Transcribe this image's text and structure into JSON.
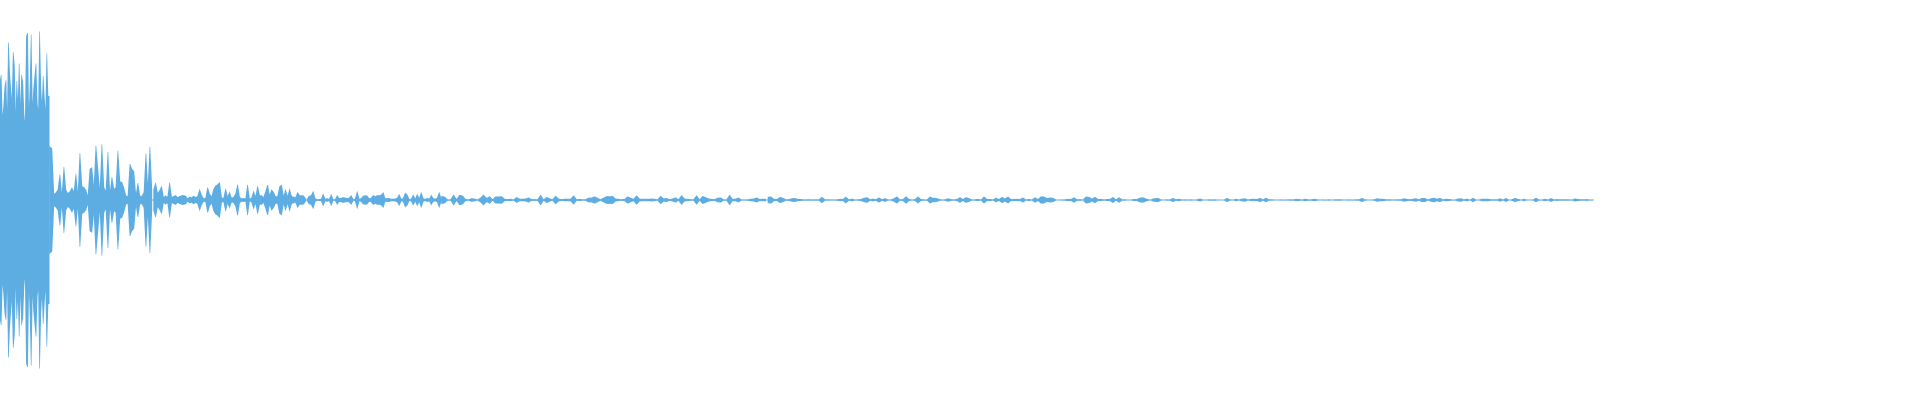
{
  "waveform": {
    "color": "#5dade2",
    "background": "#ffffff",
    "label": "",
    "envelope_segments": [
      {
        "start": 0.0,
        "end": 0.026,
        "amp": 1.0,
        "density": "high"
      },
      {
        "start": 0.026,
        "end": 0.08,
        "amp": 0.33,
        "density": "medium"
      },
      {
        "start": 0.08,
        "end": 0.16,
        "amp": 0.11,
        "density": "medium"
      },
      {
        "start": 0.16,
        "end": 0.23,
        "amp": 0.05,
        "density": "medium"
      },
      {
        "start": 0.23,
        "end": 0.4,
        "amp": 0.03,
        "density": "low"
      },
      {
        "start": 0.4,
        "end": 0.6,
        "amp": 0.02,
        "density": "low"
      },
      {
        "start": 0.6,
        "end": 0.83,
        "amp": 0.012,
        "density": "low"
      }
    ]
  }
}
